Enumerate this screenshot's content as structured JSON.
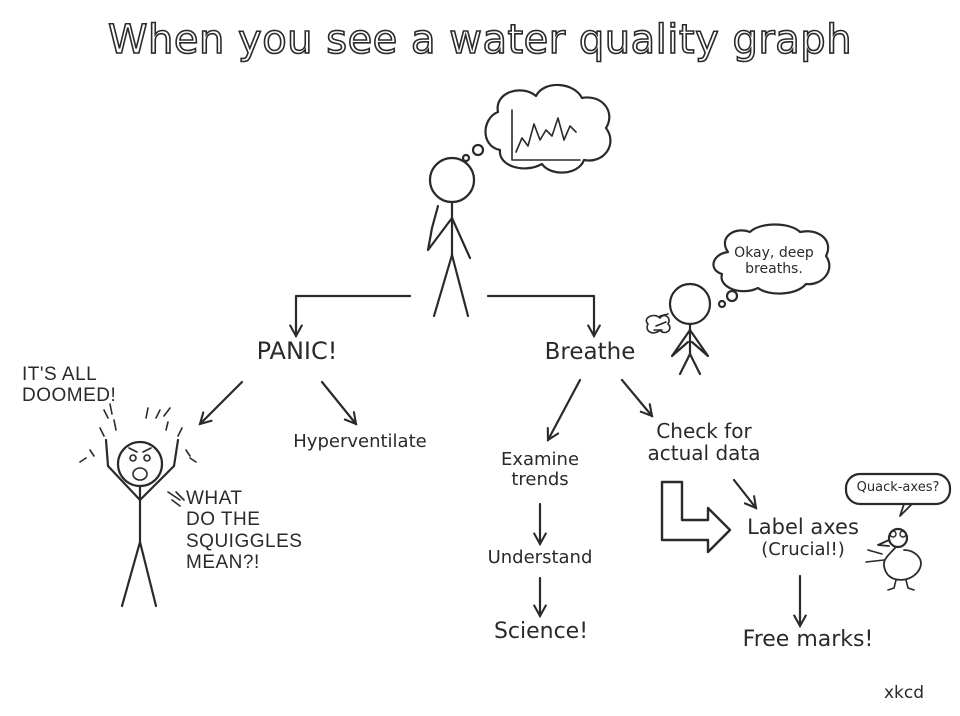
{
  "title": "When you see a water quality graph",
  "nodes": {
    "panic": "PANIC!",
    "breathe": "Breathe",
    "hyperventilate": "Hyperventilate",
    "examine_trends": [
      "Examine",
      "trends"
    ],
    "understand": "Understand",
    "science": "Science!",
    "check_data": [
      "Check for",
      "actual data"
    ],
    "label_axes": [
      "Label axes",
      "(Crucial!)"
    ],
    "free_marks": "Free marks!"
  },
  "speech": {
    "doomed": [
      "IT'S ALL",
      "DOOMED!"
    ],
    "squiggles": [
      "WHAT",
      "DO THE",
      "SQUIGGLES",
      "MEAN?!"
    ],
    "deep_breaths": [
      "Okay, deep",
      "breaths."
    ],
    "quack": "Quack-axes?"
  },
  "signature": "xkcd",
  "colors": {
    "ink": "#2a2a2a",
    "background": "#ffffff"
  }
}
